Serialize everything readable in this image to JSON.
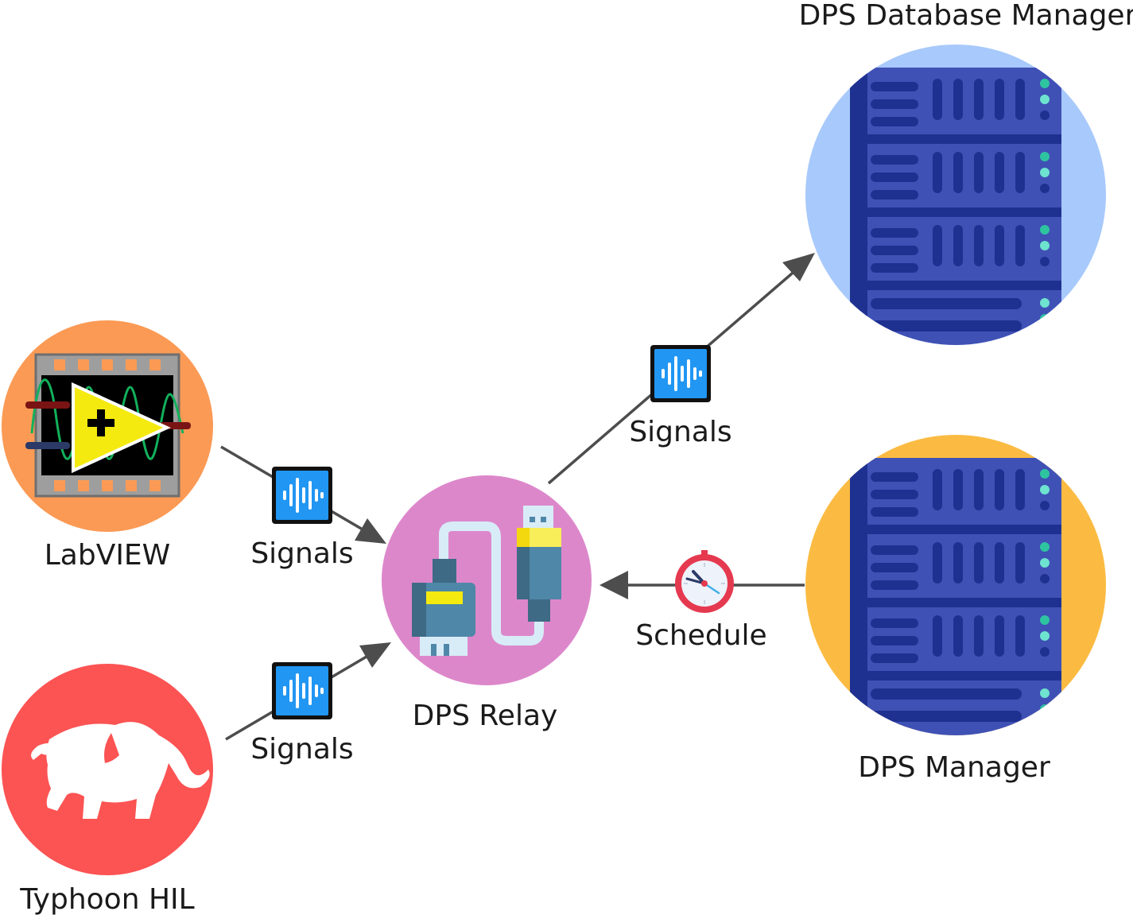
{
  "nodes": {
    "labview": {
      "label": "LabVIEW",
      "color": "#fb9a55",
      "icon": "labview-vi-icon"
    },
    "typhoon": {
      "label": "Typhoon HIL",
      "color": "#fc5353",
      "icon": "elephant-icon"
    },
    "relay": {
      "label": "DPS Relay",
      "color": "#dd87cb",
      "icon": "usb-cable-icon"
    },
    "db_manager": {
      "label": "DPS Database Manager",
      "color": "#a8c9fb",
      "icon": "server-rack-icon"
    },
    "manager": {
      "label": "DPS Manager",
      "color": "#fbbb42",
      "icon": "server-rack-icon"
    }
  },
  "edges": {
    "labview_to_relay": {
      "label": "Signals",
      "icon": "signal-waveform-icon"
    },
    "typhoon_to_relay": {
      "label": "Signals",
      "icon": "signal-waveform-icon"
    },
    "relay_to_db": {
      "label": "Signals",
      "icon": "signal-waveform-icon"
    },
    "manager_to_relay": {
      "label": "Schedule",
      "icon": "clock-icon"
    }
  },
  "colors": {
    "edge": "#4d4d4d",
    "signal_badge": "#2196f3",
    "server_body": "#3f51b5",
    "server_dark": "#1f3190",
    "server_led": "#2ec4a0"
  }
}
